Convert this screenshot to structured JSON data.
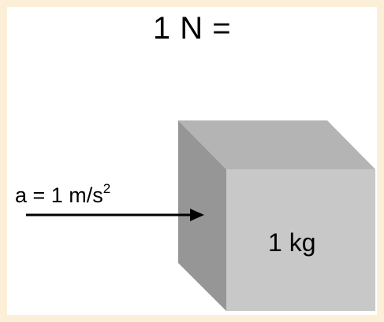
{
  "title": "1 N =",
  "acceleration": {
    "label": "a = 1 m/s",
    "exponent": "2"
  },
  "block": {
    "mass_label": "1 kg",
    "colors": {
      "front": "#c8c8c8",
      "side": "#969696",
      "top": "#b4b4b4"
    }
  },
  "arrow": {
    "color": "#000000",
    "direction": "right"
  },
  "background": {
    "frame_color": "#fbefd7",
    "canvas_color": "#ffffff"
  }
}
